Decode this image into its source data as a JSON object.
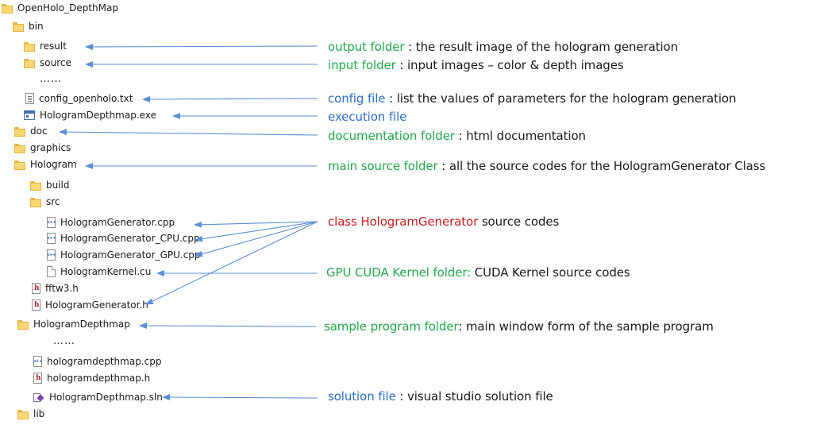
{
  "tree": [
    {
      "label": "OpenHolo_DepthMap",
      "icon": "folder-icon"
    },
    {
      "label": "bin",
      "icon": "folder-icon"
    },
    {
      "label": "result",
      "icon": "folder-icon"
    },
    {
      "label": "source",
      "icon": "folder-icon"
    },
    {
      "label": "config_openholo.txt",
      "icon": "txt-file-icon"
    },
    {
      "label": "HologramDepthmap.exe",
      "icon": "exe-file-icon"
    },
    {
      "label": "doc",
      "icon": "folder-icon"
    },
    {
      "label": "graphics",
      "icon": "folder-icon"
    },
    {
      "label": "Hologram",
      "icon": "folder-icon"
    },
    {
      "label": "build",
      "icon": "folder-icon"
    },
    {
      "label": "src",
      "icon": "folder-icon"
    },
    {
      "label": "HologramGenerator.cpp",
      "icon": "cpp-file-icon"
    },
    {
      "label": "HologramGenerator_CPU.cpp",
      "icon": "cpp-file-icon"
    },
    {
      "label": "HologramGenerator_GPU.cpp",
      "icon": "cpp-file-icon"
    },
    {
      "label": "HologramKernel.cu",
      "icon": "file-icon"
    },
    {
      "label": "fftw3.h",
      "icon": "header-file-icon"
    },
    {
      "label": "HologramGenerator.h",
      "icon": "header-file-icon"
    },
    {
      "label": "HologramDepthmap",
      "icon": "folder-icon"
    },
    {
      "label": "hologramdepthmap.cpp",
      "icon": "cpp-file-icon"
    },
    {
      "label": "hologramdepthmap.h",
      "icon": "header-file-icon"
    },
    {
      "label": "HologramDepthmap.sln",
      "icon": "sln-file-icon"
    },
    {
      "label": "lib",
      "icon": "folder-icon"
    }
  ],
  "ellipses": [
    "……",
    "……",
    "……"
  ],
  "annotations": [
    {
      "key": "output folder",
      "desc": " : the result image of the hologram generation",
      "color": "#22a84a"
    },
    {
      "key": "input folder",
      "desc": " : input images – color & depth images",
      "color": "#22a84a"
    },
    {
      "key": "config file",
      "desc": " : list the values of parameters for the hologram generation",
      "color": "#2e6fc4"
    },
    {
      "key": "execution file",
      "desc": "",
      "color": "#2e6fc4"
    },
    {
      "key": "documentation folder",
      "desc": " :   html documentation",
      "color": "#22a84a"
    },
    {
      "key": "main source folder",
      "desc": " : all the source codes for the HologramGenerator Class",
      "color": "#22a84a"
    },
    {
      "key": "class HologramGenerator",
      "desc": "   source codes",
      "color": "#c41f1f"
    },
    {
      "key": "GPU CUDA Kernel folder:",
      "desc": " CUDA Kernel source codes",
      "color": "#22a84a"
    },
    {
      "key": "sample program folder",
      "desc": ": main window form of the sample program",
      "color": "#22a84a"
    },
    {
      "key": "solution file",
      "desc": " : visual  studio solution file",
      "color": "#2e6fc4"
    }
  ],
  "colors": {
    "arrow": "#5b8fd6",
    "folder": "#f8d775",
    "green": "#22a84a",
    "blue": "#2e6fc4",
    "red": "#c41f1f"
  }
}
